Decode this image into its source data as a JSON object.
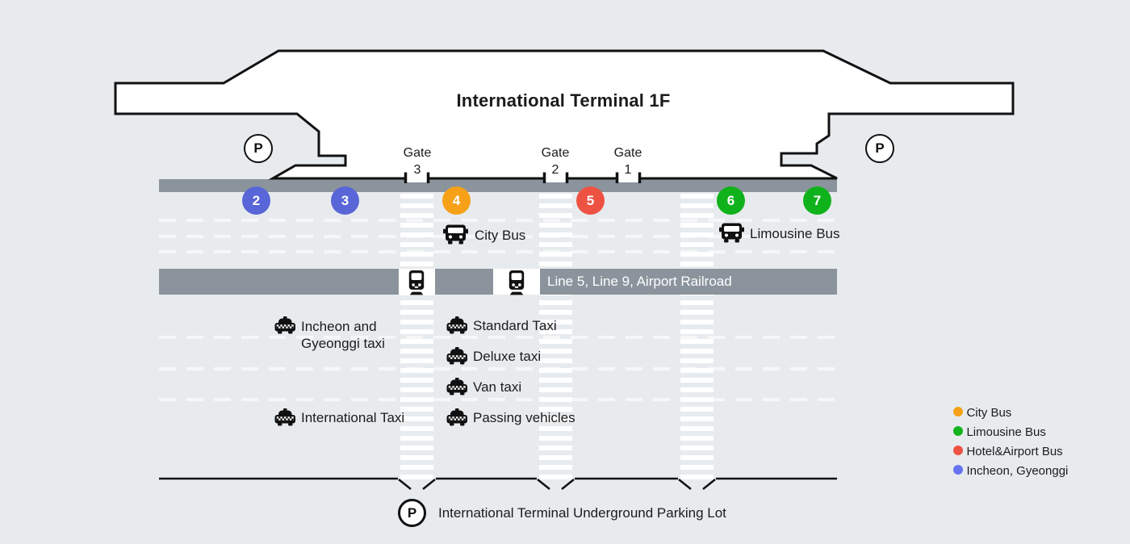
{
  "title": "International Terminal 1F",
  "gates": [
    {
      "word": "Gate",
      "number": "3"
    },
    {
      "word": "Gate",
      "number": "2"
    },
    {
      "word": "Gate",
      "number": "1"
    }
  ],
  "stops": [
    {
      "number": "2",
      "color": "#5966d8"
    },
    {
      "number": "3",
      "color": "#5966d8"
    },
    {
      "number": "4",
      "color": "#f6a118"
    },
    {
      "number": "5",
      "color": "#ee5243"
    },
    {
      "number": "6",
      "color": "#10b21b"
    },
    {
      "number": "7",
      "color": "#10b21b"
    }
  ],
  "bus_labels": {
    "city": "City Bus",
    "limousine": "Limousine Bus"
  },
  "subway_label": "Line 5, Line 9, Airport Railroad",
  "taxi_left": [
    {
      "line1": "Incheon and",
      "line2": "Gyeonggi taxi"
    },
    {
      "line1": "International Taxi",
      "line2": ""
    }
  ],
  "taxi_right": [
    {
      "label": "Standard Taxi"
    },
    {
      "label": "Deluxe taxi"
    },
    {
      "label": "Van taxi"
    },
    {
      "label": "Passing vehicles"
    }
  ],
  "parking": {
    "symbol": "P",
    "label": "International Terminal Underground Parking Lot"
  },
  "legend": [
    {
      "label": "City Bus",
      "color": "#f6a118"
    },
    {
      "label": "Limousine Bus",
      "color": "#12b31c"
    },
    {
      "label": "Hotel&Airport Bus",
      "color": "#ee5243"
    },
    {
      "label": "Incheon, Gyeonggi",
      "color": "#6673f0"
    }
  ],
  "colors": {
    "background": "#e8ebee",
    "road": "#8b949c",
    "building_fill": "#ffffff",
    "outline": "#111111"
  }
}
